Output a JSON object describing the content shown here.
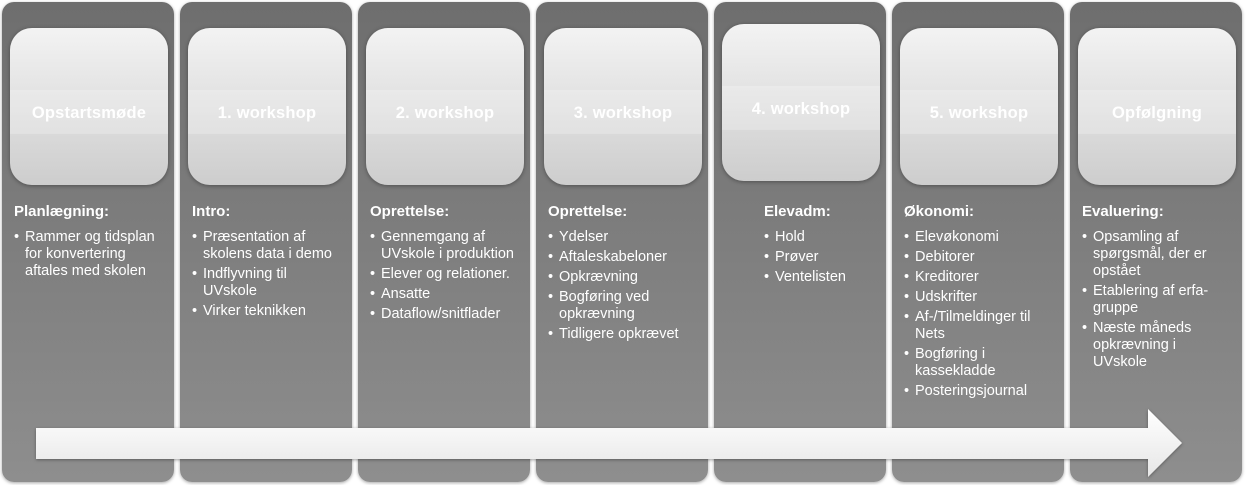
{
  "colors": {
    "column_top": "#6e6e6e",
    "column_bottom": "#8e8e8e",
    "tile": "#dcdcdc",
    "text": "#ffffff",
    "arrow": "#f2f2f2"
  },
  "steps": [
    {
      "title": "Opstartsmøde",
      "heading": "Planlægning:",
      "items": [
        "Rammer og tidsplan for konvertering aftales med skolen"
      ]
    },
    {
      "title": "1. workshop",
      "heading": "Intro:",
      "items": [
        "Præsentation af skolens data i demo",
        "Indflyvning til UVskole",
        "Virker teknikken"
      ]
    },
    {
      "title": "2. workshop",
      "heading": "Oprettelse:",
      "items": [
        "Gennemgang af UVskole i produktion",
        "Elever og relationer.",
        "Ansatte",
        "Dataflow/snitflader"
      ]
    },
    {
      "title": "3. workshop",
      "heading": "Oprettelse:",
      "items": [
        "Ydelser",
        "Aftaleskabeloner",
        "Opkrævning",
        "Bogføring ved opkrævning",
        "Tidligere opkrævet"
      ]
    },
    {
      "title": "4. workshop",
      "heading": "Elevadm:",
      "items": [
        "Hold",
        "Prøver",
        "Ventelisten"
      ]
    },
    {
      "title": "5. workshop",
      "heading": "Økonomi:",
      "items": [
        "Elevøkonomi",
        "Debitorer",
        "Kreditorer",
        "Udskrifter",
        "Af-/Tilmeldinger til Nets",
        "Bogføring i kassekladde",
        "Posteringsjournal"
      ]
    },
    {
      "title": "Opfølgning",
      "heading": "Evaluering:",
      "items": [
        "Opsamling af spørgsmål, der er opstået",
        "Etablering af erfa-gruppe",
        "Næste måneds opkrævning i UVskole"
      ]
    }
  ]
}
